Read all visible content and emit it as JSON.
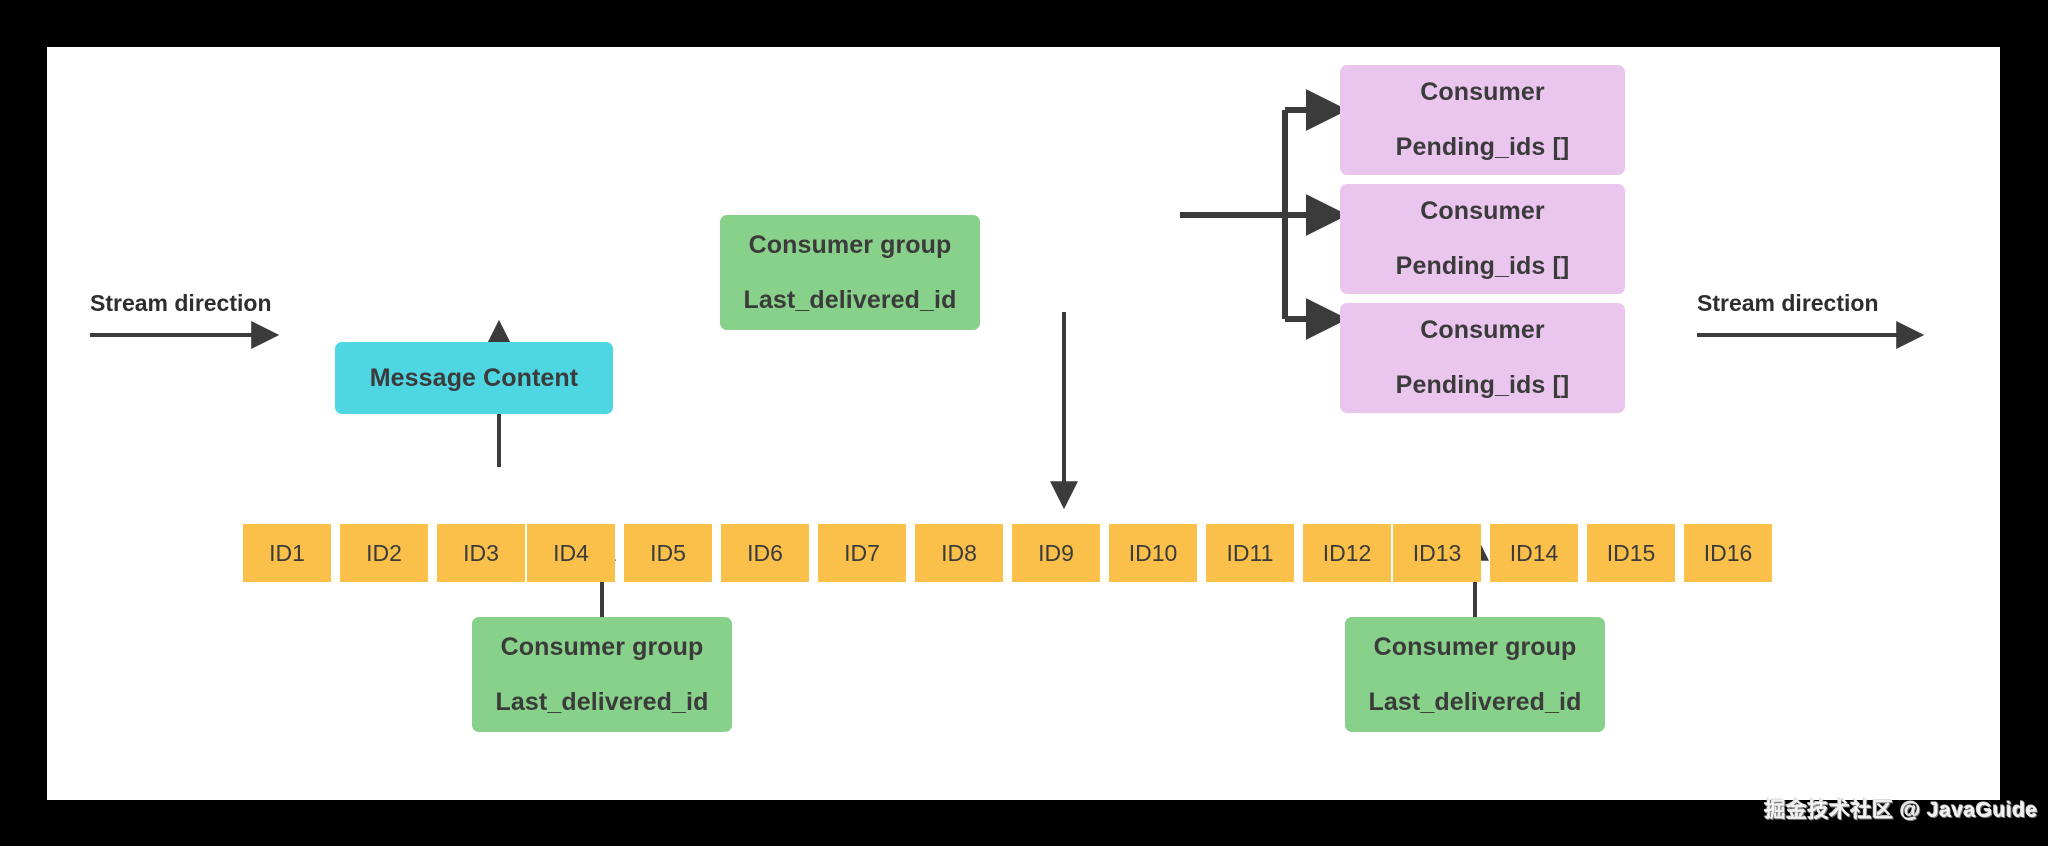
{
  "diagram": {
    "title": "Redis Stream with Consumer Groups",
    "background_color": "#000000",
    "canvas_color": "#ffffff",
    "colors": {
      "stream_entry": "#fbc04a",
      "consumer_group": "#88d18a",
      "consumer": "#eac6ee",
      "message_content": "#4ed6e3",
      "text": "#3b3b3b",
      "arrow": "#3b3b3b"
    }
  },
  "stream": {
    "entries": [
      {
        "label": "ID1"
      },
      {
        "label": "ID2"
      },
      {
        "label": "ID3"
      },
      {
        "label": "ID4"
      },
      {
        "label": "ID5"
      },
      {
        "label": "ID6"
      },
      {
        "label": "ID7"
      },
      {
        "label": "ID8"
      },
      {
        "label": "ID9"
      },
      {
        "label": "ID10"
      },
      {
        "label": "ID11"
      },
      {
        "label": "ID12"
      },
      {
        "label": "ID13"
      },
      {
        "label": "ID14"
      },
      {
        "label": "ID15"
      },
      {
        "label": "ID16"
      }
    ]
  },
  "labels": {
    "stream_direction_left": "Stream direction",
    "stream_direction_right": "Stream direction"
  },
  "message_content": {
    "label": "Message Content",
    "points_to": "ID3"
  },
  "consumer_groups": [
    {
      "id": "group-bottom-left",
      "line1": "Consumer group",
      "line2": "Last_delivered_id",
      "points_to": "ID4"
    },
    {
      "id": "group-top-middle",
      "line1": "Consumer group",
      "line2": "Last_delivered_id",
      "points_to": "ID8"
    },
    {
      "id": "group-bottom-right",
      "line1": "Consumer group",
      "line2": "Last_delivered_id",
      "points_to": "ID13"
    }
  ],
  "consumers": [
    {
      "id": "consumer-1",
      "line1": "Consumer",
      "line2": "Pending_ids []"
    },
    {
      "id": "consumer-2",
      "line1": "Consumer",
      "line2": "Pending_ids []"
    },
    {
      "id": "consumer-3",
      "line1": "Consumer",
      "line2": "Pending_ids []"
    }
  ],
  "watermark": {
    "text": "掘金技术社区 @ JavaGuide"
  }
}
